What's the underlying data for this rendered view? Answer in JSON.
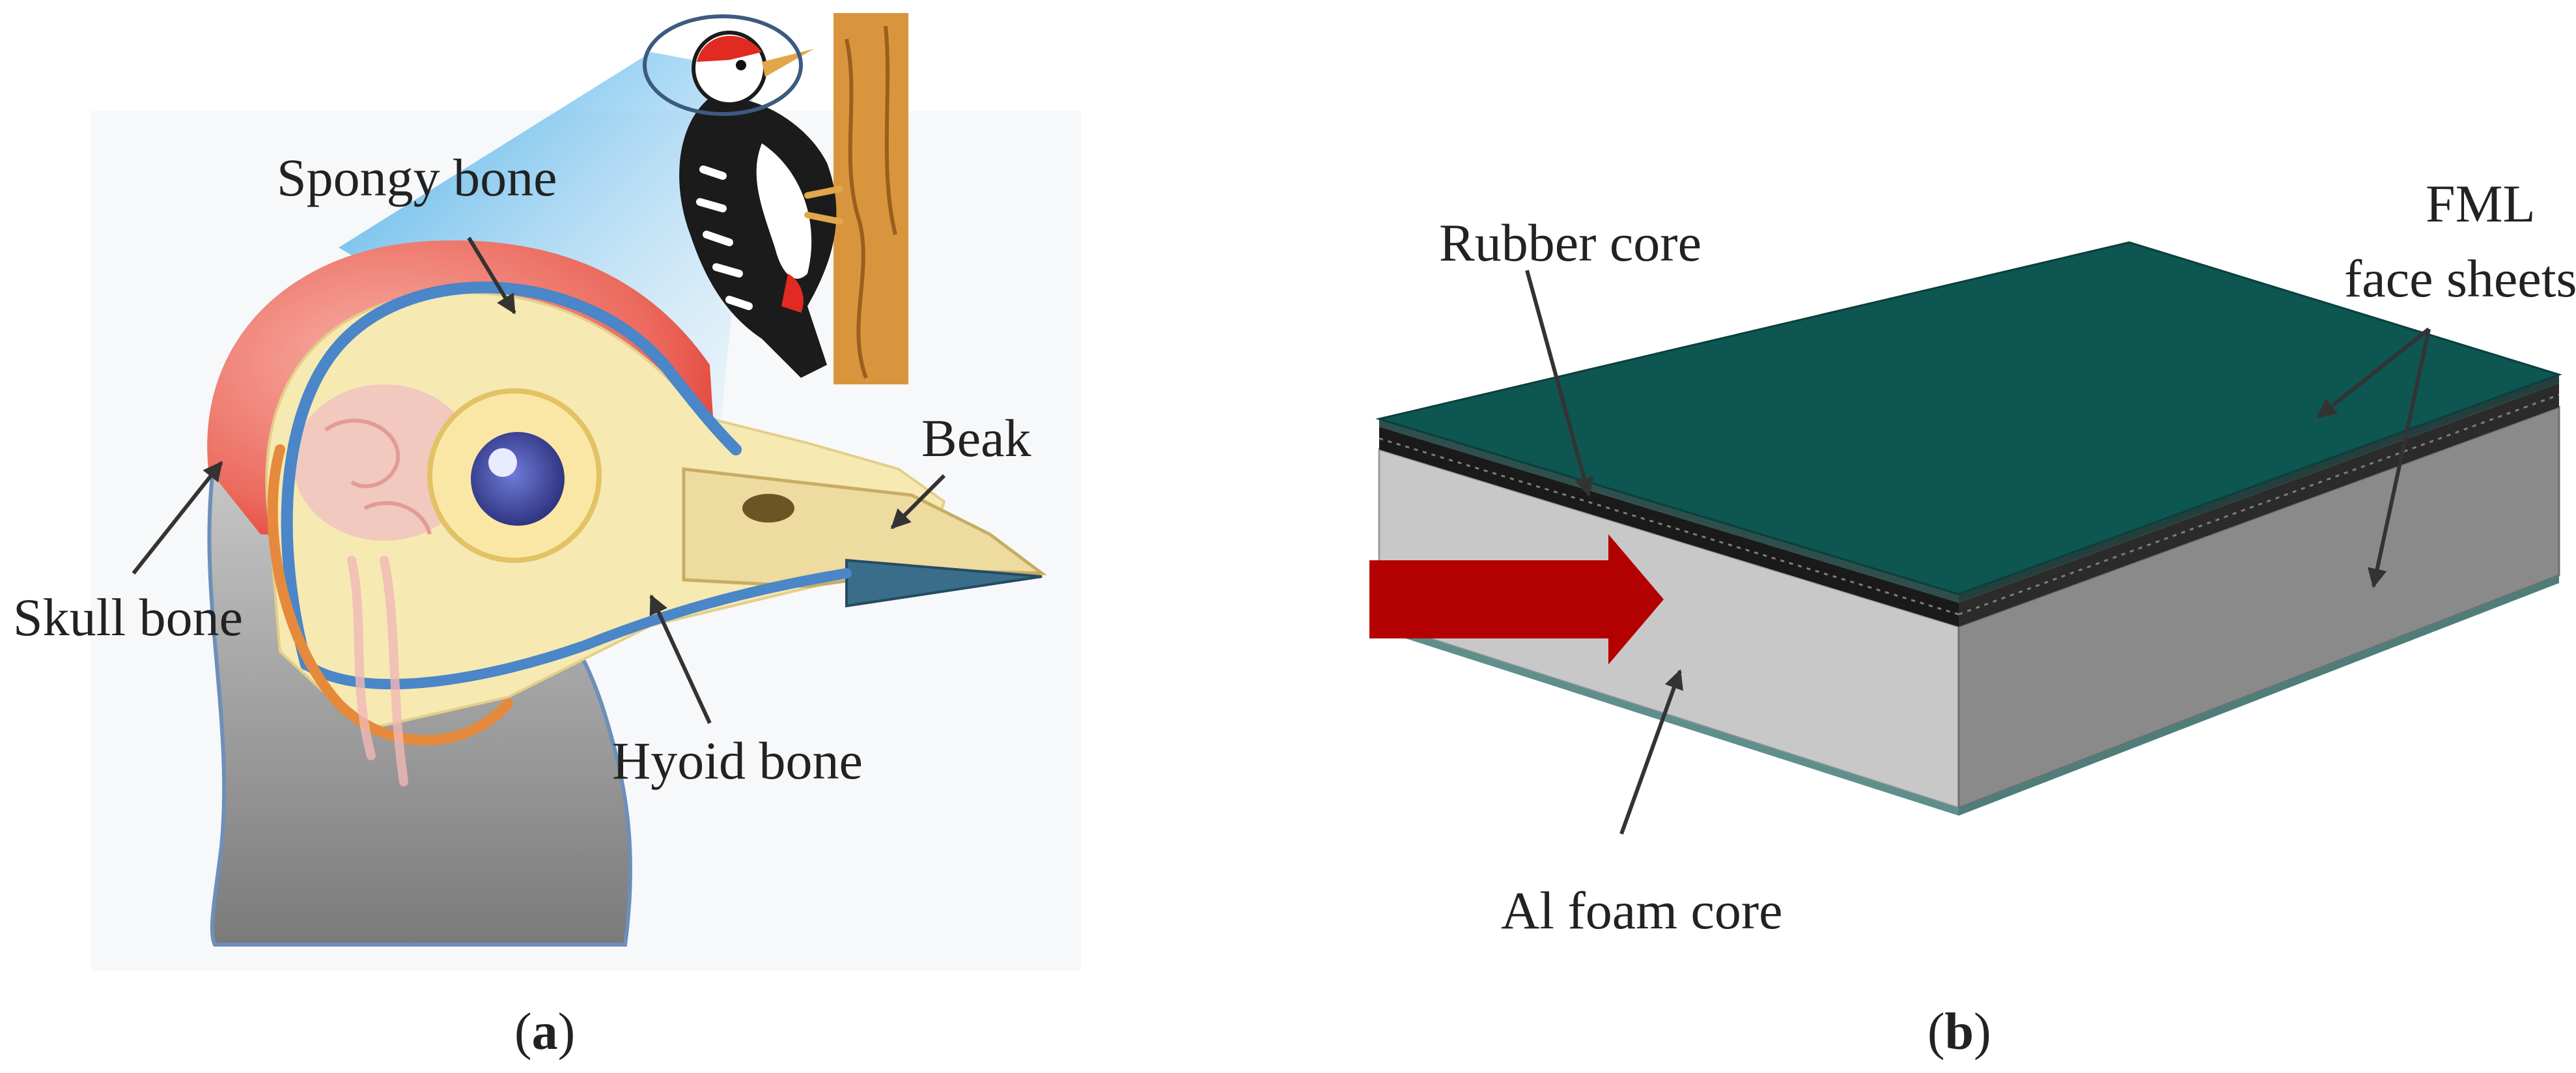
{
  "panel_a": {
    "labels": {
      "spongy_bone": "Spongy bone",
      "skull_bone": "Skull bone",
      "beak": "Beak",
      "hyoid_bone": "Hyoid bone"
    },
    "caption": {
      "open": "(",
      "letter": "a",
      "close": ")"
    }
  },
  "panel_b": {
    "labels": {
      "rubber_core": "Rubber core",
      "fml_line1": "FML",
      "fml_line2": "face sheets",
      "al_foam_core": "Al foam core"
    },
    "caption": {
      "open": "(",
      "letter": "b",
      "close": ")"
    }
  },
  "colors": {
    "skull_red": "#e8443a",
    "spongy_blue": "#4a86c8",
    "hyoid_orange": "#e58a3c",
    "bone_cream": "#f6e9b2",
    "neck_gray": "#8f8f8f",
    "panel_top_green": "#0d5652",
    "panel_side_light": "#c8c8c8",
    "panel_side_dark": "#8a8a8a",
    "arrow_red": "#b30000",
    "tree_brown": "#d9953e"
  },
  "icons": [
    "woodpecker-icon",
    "impact-arrow-icon"
  ]
}
